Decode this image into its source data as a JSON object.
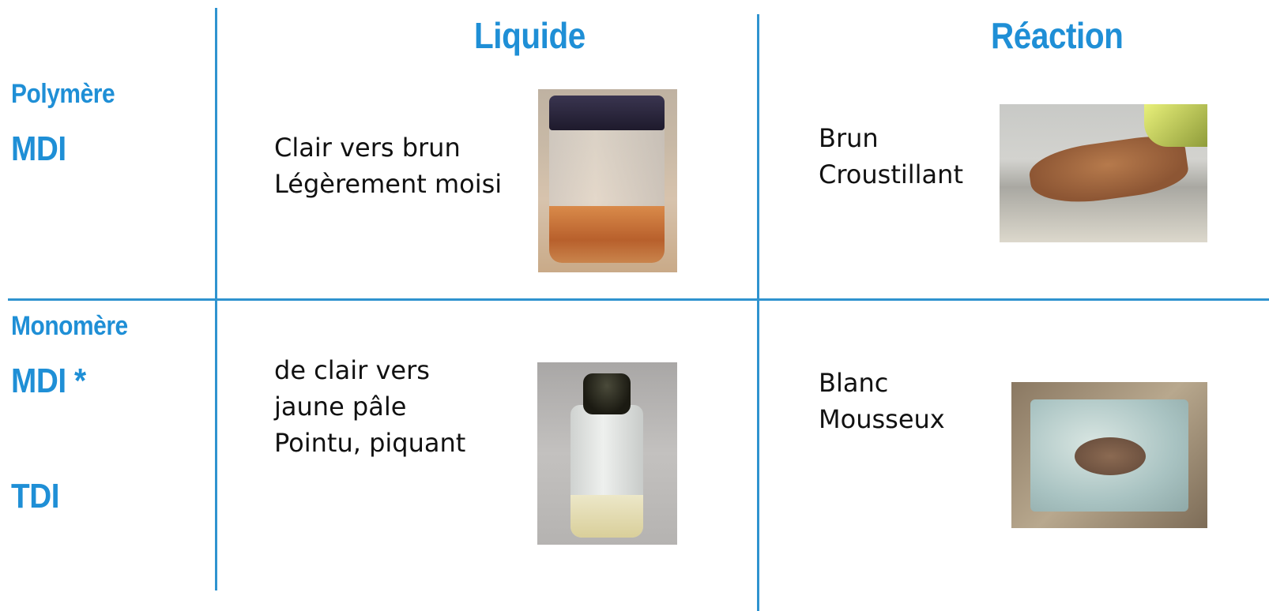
{
  "columns": {
    "liquid_title": "Liquide",
    "reaction_title": "Réaction"
  },
  "rows": {
    "polymer": {
      "category": "Polymère",
      "name": "MDI",
      "liquid_lines": [
        "Clair vers brun",
        "Légèrement moisi"
      ],
      "reaction_lines": [
        "Brun",
        "Croustillant"
      ]
    },
    "monomer": {
      "category": "Monomère",
      "name": "MDI *",
      "name2": "TDI",
      "liquid_lines": [
        "de clair vers",
        "jaune pâle",
        "Pointu, piquant"
      ],
      "reaction_lines": [
        "Blanc",
        "Mousseux"
      ]
    }
  },
  "colors": {
    "accent": "#1f8fd6",
    "grid_line": "#2f93cf",
    "text": "#111111"
  }
}
